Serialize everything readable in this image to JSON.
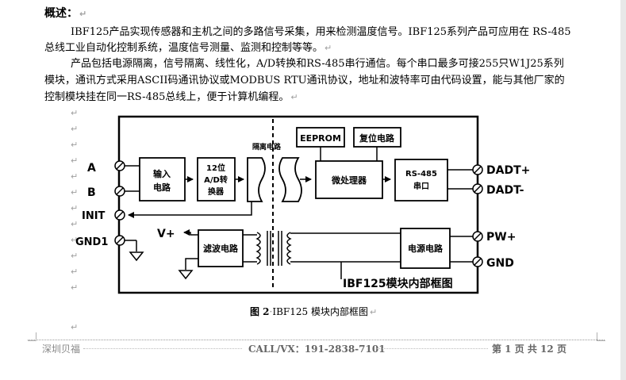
{
  "document": {
    "heading": "概述：",
    "paragraphs": [
      "IBF125产品实现传感器和主机之间的多路信号采集，用来检测温度信号。IBF125系列产品可应用在  RS-485",
      "总线工业自动化控制系统，温度信号测量、监测和控制等等。",
      "产品包括电源隔离，信号隔离、线性化，A/D转换和RS-485串行通信。每个串口最多可接255只W1J25系列",
      "模块，通讯方式采用ASCII码通讯协议或MODBUS RTU通讯协议，地址和波特率可由代码设置，能与其他厂家的",
      "控制模块挂在同一RS-485总线上，便于计算机编程。"
    ],
    "paragraph_mark": "↵"
  },
  "diagram": {
    "title": "IBF125模块内部框图",
    "isolation_label": "隔离电路",
    "terminals_left": {
      "a": "A",
      "b": "B",
      "init": "INIT",
      "gnd1": "GND1"
    },
    "terminals_right": {
      "dadt_plus": "DADT+",
      "dadt_minus": "DADT-",
      "pw_plus": "PW+",
      "gnd": "GND"
    },
    "blocks": {
      "input_line1": "输入",
      "input_line2": "电路",
      "adc_line1": "12位",
      "adc_line2": "A/D转",
      "adc_line3": "换器",
      "eeprom": "EEPROM",
      "reset": "复位电路",
      "mcu": "微处理器",
      "rs485_line1": "RS-485",
      "rs485_line2": "串口",
      "filter": "滤波电路",
      "power": "电源电路"
    },
    "vplus": "V+"
  },
  "caption": {
    "figure_no": "图 2",
    "text": "IBF125 模块内部框图"
  },
  "footer": {
    "company": "深圳贝福",
    "contact": "CALL/VX：191-2838-7101",
    "page": "第 1 页 共 12 页"
  }
}
